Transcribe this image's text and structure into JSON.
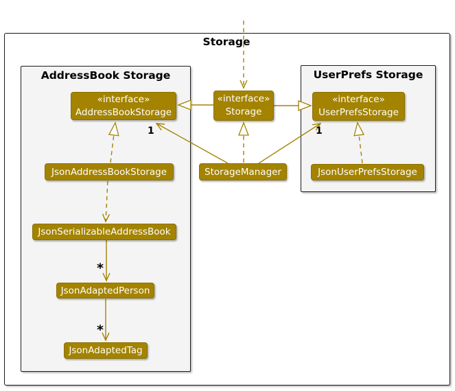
{
  "colors": {
    "accent": "#A38300",
    "accent_border": "#8a7000",
    "package_bg": "#F4F4F5",
    "frame_border": "#161616",
    "text_on_accent": "#FFFFFF",
    "label": "#000000"
  },
  "frame": {
    "title": "Storage"
  },
  "packages": [
    {
      "title": "AddressBook Storage"
    },
    {
      "title": "UserPrefs Storage"
    }
  ],
  "nodes": {
    "address_book_storage": {
      "stereotype": "«interface»",
      "name": "AddressBookStorage"
    },
    "storage": {
      "stereotype": "«interface»",
      "name": "Storage"
    },
    "user_prefs_storage": {
      "stereotype": "«interface»",
      "name": "UserPrefsStorage"
    },
    "json_address_book_storage": {
      "name": "JsonAddressBookStorage"
    },
    "storage_manager": {
      "name": "StorageManager"
    },
    "json_user_prefs_storage": {
      "name": "JsonUserPrefsStorage"
    },
    "json_serializable_address_book": {
      "name": "JsonSerializableAddressBook"
    },
    "json_adapted_person": {
      "name": "JsonAdaptedPerson"
    },
    "json_adapted_tag": {
      "name": "JsonAdaptedTag"
    }
  },
  "edges": [
    {
      "from": "external",
      "to": "Storage",
      "type": "dashed-dependency-arrow"
    },
    {
      "from": "Storage",
      "to": "AddressBookStorage",
      "type": "extension-hollow-triangle"
    },
    {
      "from": "Storage",
      "to": "UserPrefsStorage",
      "type": "extension-hollow-triangle"
    },
    {
      "from": "StorageManager",
      "to": "Storage",
      "type": "implementation-dashed-hollow-triangle"
    },
    {
      "from": "StorageManager",
      "to": "AddressBookStorage",
      "type": "association-arrow",
      "label": "1"
    },
    {
      "from": "StorageManager",
      "to": "UserPrefsStorage",
      "type": "association-arrow",
      "label": "1"
    },
    {
      "from": "JsonAddressBookStorage",
      "to": "AddressBookStorage",
      "type": "implementation-dashed-hollow-triangle"
    },
    {
      "from": "JsonUserPrefsStorage",
      "to": "UserPrefsStorage",
      "type": "implementation-dashed-hollow-triangle"
    },
    {
      "from": "JsonAddressBookStorage",
      "to": "JsonSerializableAddressBook",
      "type": "dashed-dependency-arrow"
    },
    {
      "from": "JsonSerializableAddressBook",
      "to": "JsonAdaptedPerson",
      "type": "association-arrow",
      "label": "*"
    },
    {
      "from": "JsonAdaptedPerson",
      "to": "JsonAdaptedTag",
      "type": "association-arrow",
      "label": "*"
    }
  ]
}
